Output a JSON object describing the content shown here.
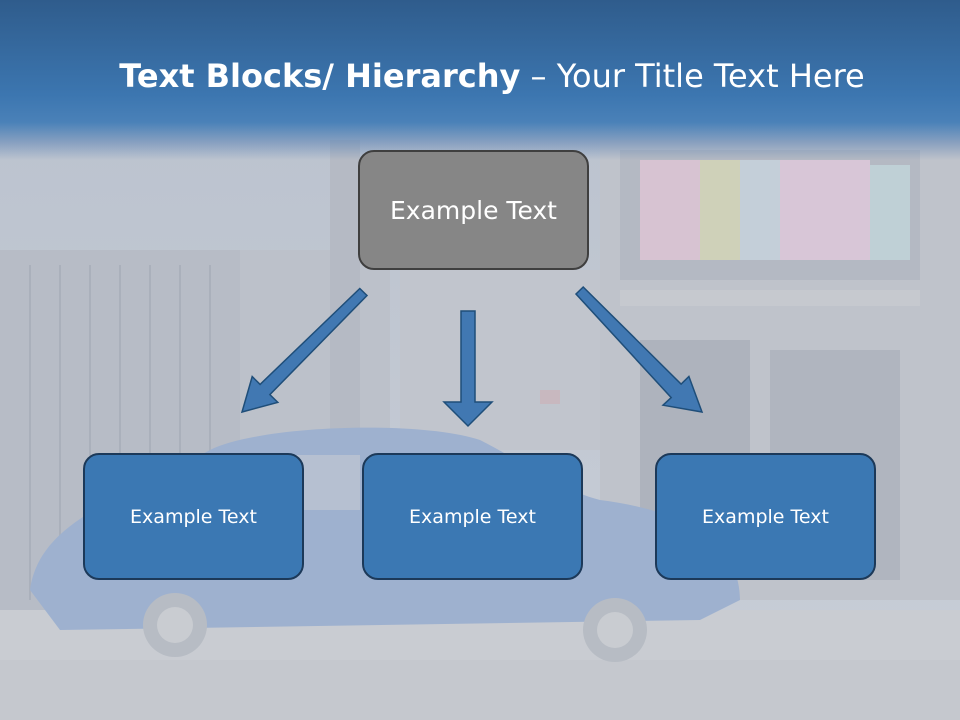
{
  "slide": {
    "title_bold": "Text Blocks/ Hierarchy",
    "title_dash": " – ",
    "title_rest": "Your Title Text Here"
  },
  "diagram": {
    "root": {
      "label": "Example Text"
    },
    "children": [
      {
        "label": "Example Text"
      },
      {
        "label": "Example Text"
      },
      {
        "label": "Example Text"
      }
    ]
  },
  "colors": {
    "title_band": "#3c76b0",
    "root_fill": "#868686",
    "child_fill": "#3b78b3",
    "arrow_fill": "#4178b2"
  }
}
